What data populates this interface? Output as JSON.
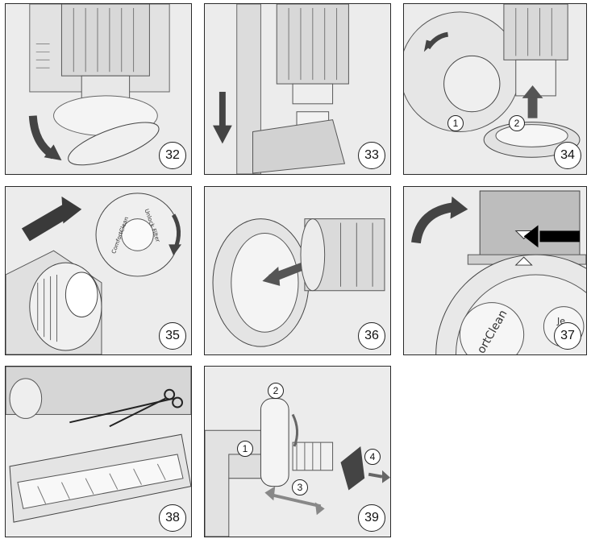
{
  "panels": [
    {
      "number": "32"
    },
    {
      "number": "33"
    },
    {
      "number": "34",
      "steps": [
        "1",
        "2"
      ]
    },
    {
      "number": "35",
      "dial_labels": [
        "ComfortClean",
        "Unlock Filter"
      ]
    },
    {
      "number": "36"
    },
    {
      "number": "37",
      "dial_labels": [
        "ortClean",
        "Je"
      ]
    },
    {
      "number": "38"
    },
    {
      "number": "39",
      "steps": [
        "1",
        "2",
        "3",
        "4"
      ]
    }
  ],
  "colors": {
    "panel_bg": "#ececec",
    "outline": "#2a2a2a",
    "arrow_dark": "#3a3a3a",
    "arrow_black": "#000000"
  }
}
